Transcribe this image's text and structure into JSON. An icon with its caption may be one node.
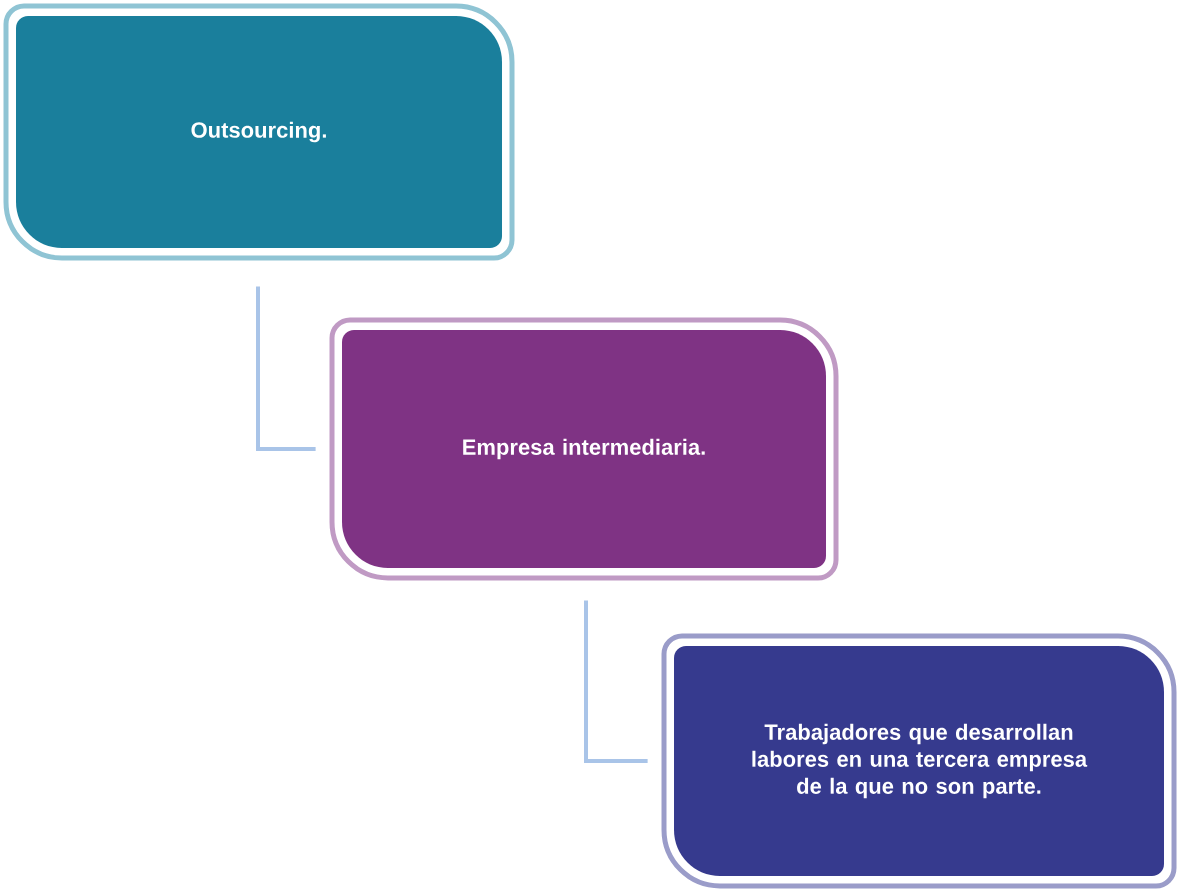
{
  "diagram": {
    "nodes": [
      {
        "text": [
          "Outsourcing."
        ]
      },
      {
        "text": [
          "Empresa intermediaria."
        ]
      },
      {
        "text": [
          "Trabajadores que desarrollan labores en una tercera empresa de la que no son parte."
        ]
      }
    ],
    "edges": [
      {
        "from": 0,
        "to": 1,
        "arrow": "none"
      },
      {
        "from": 1,
        "to": 2,
        "arrow": "none"
      }
    ]
  }
}
